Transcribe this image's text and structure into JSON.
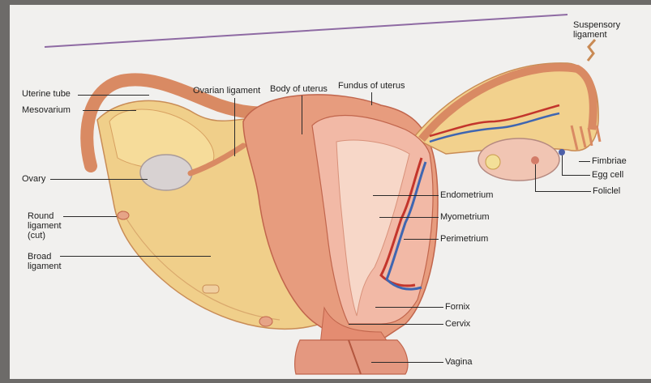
{
  "labels": {
    "uterine_tube": "Uterine tube",
    "mesovarium": "Mesovarium",
    "ovary": "Ovary",
    "round_ligament": "Round\nligament\n(cut)",
    "broad_ligament": "Broad\nligament",
    "ovarian_ligament": "Ovarian ligament",
    "body_of_uterus": "Body of uterus",
    "fundus_of_uterus": "Fundus of uterus",
    "suspensory_ligament": "Suspensory\nligament",
    "fimbriae": "Fimbriae",
    "egg_cell": "Egg cell",
    "folicle": "Foliclel",
    "endometrium": "Endometrium",
    "myometrium": "Myometrium",
    "perimetrium": "Perimetrium",
    "fornix": "Fornix",
    "cervix": "Cervix",
    "vagina": "Vagina"
  }
}
